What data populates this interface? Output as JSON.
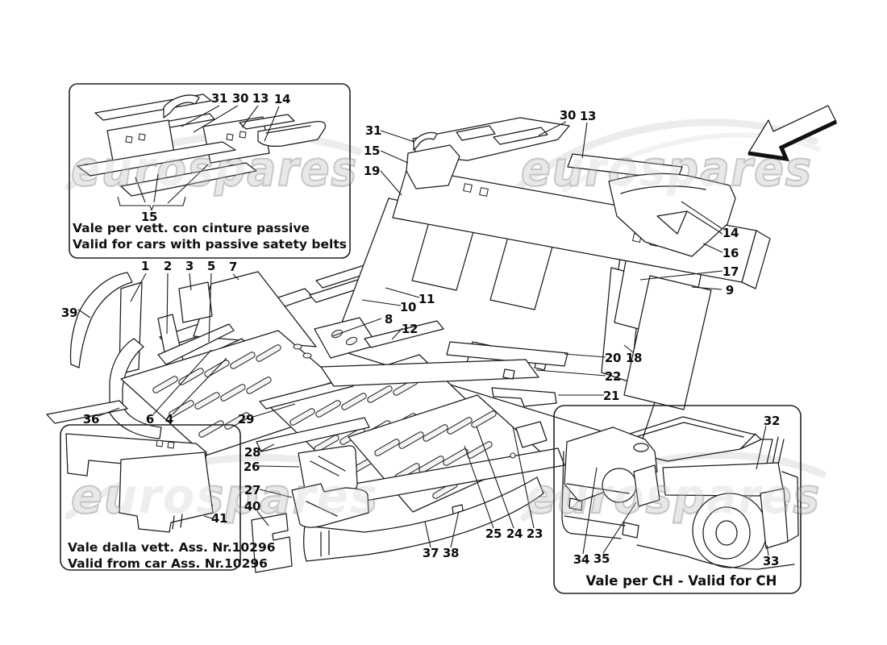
{
  "page": {
    "watermark_text": "eurospares",
    "background": "#ffffff",
    "line_color": "#1a1a1a"
  },
  "insets": {
    "passive_belts": {
      "line1": "Vale per vett. con cinture passive",
      "line2": "Valid for cars with passive satety belts"
    },
    "from_car": {
      "line1": "Vale dalla vett. Ass. Nr.10296",
      "line2": "Valid from car Ass. Nr.10296"
    },
    "ch": {
      "caption": "Vale per CH - Valid for CH"
    }
  },
  "callouts": {
    "inset_top": {
      "c31": "31",
      "c30": "30",
      "c13": "13",
      "c14": "14",
      "c15": "15"
    },
    "main": {
      "c1": "1",
      "c2": "2",
      "c3": "3",
      "c4": "4",
      "c5": "5",
      "c6": "6",
      "c7": "7",
      "c8": "8",
      "c9": "9",
      "c10": "10",
      "c11": "11",
      "c12": "12",
      "c13": "13",
      "c14": "14",
      "c15": "15",
      "c16": "16",
      "c17": "17",
      "c18": "18",
      "c19": "19",
      "c20": "20",
      "c21": "21",
      "c22": "22",
      "c23": "23",
      "c24": "24",
      "c25": "25",
      "c26": "26",
      "c27": "27",
      "c28": "28",
      "c29": "29",
      "c30": "30",
      "c31": "31",
      "c36": "36",
      "c37": "37",
      "c38": "38",
      "c39": "39",
      "c40": "40"
    },
    "inset_bottom": {
      "c41": "41"
    },
    "inset_ch": {
      "c32": "32",
      "c33": "33",
      "c34": "34",
      "c35": "35"
    }
  }
}
